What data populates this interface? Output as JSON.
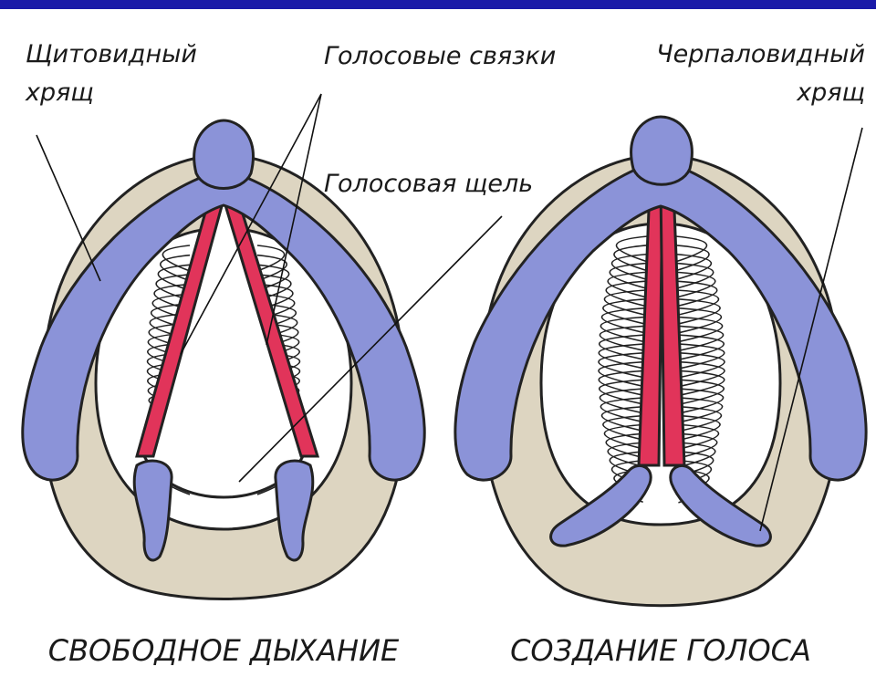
{
  "labels": {
    "thyroid_line1": "Щитовидный",
    "thyroid_line2": "хрящ",
    "vocal_cords": "Голосовые связки",
    "glottis": "Голосовая щель",
    "arytenoid_line1": "Черпаловидный",
    "arytenoid_line2": "хрящ"
  },
  "captions": {
    "left": "СВОБОДНОЕ ДЫХАНИЕ",
    "right": "СОЗДАНИЕ ГОЛОСА"
  },
  "colors": {
    "top_bar": "#1a1aa8",
    "cartilage": "#8b93d8",
    "tissue": "#ddd5c1",
    "vocal_cord": "#e1345a",
    "outline": "#222222"
  }
}
